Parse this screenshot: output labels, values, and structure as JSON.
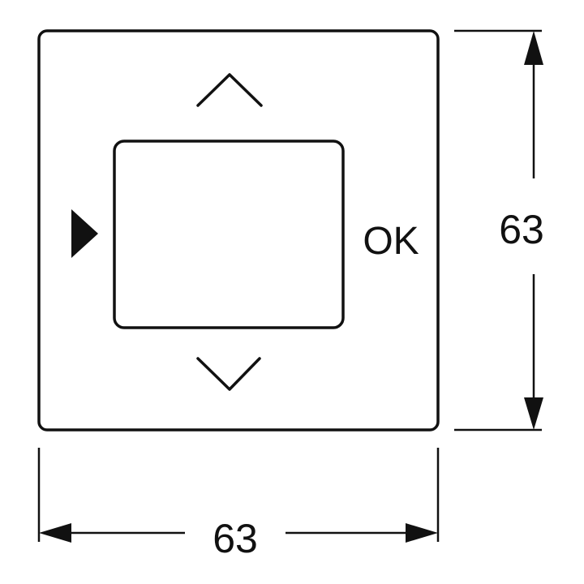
{
  "device": {
    "ok_label": "OK"
  },
  "dimensions": {
    "height_label": "63",
    "width_label": "63"
  },
  "colors": {
    "line": "#111111",
    "background": "#ffffff"
  },
  "icons": {
    "up": "chevron-up-icon",
    "down": "chevron-down-icon",
    "left": "triangle-right-icon"
  }
}
